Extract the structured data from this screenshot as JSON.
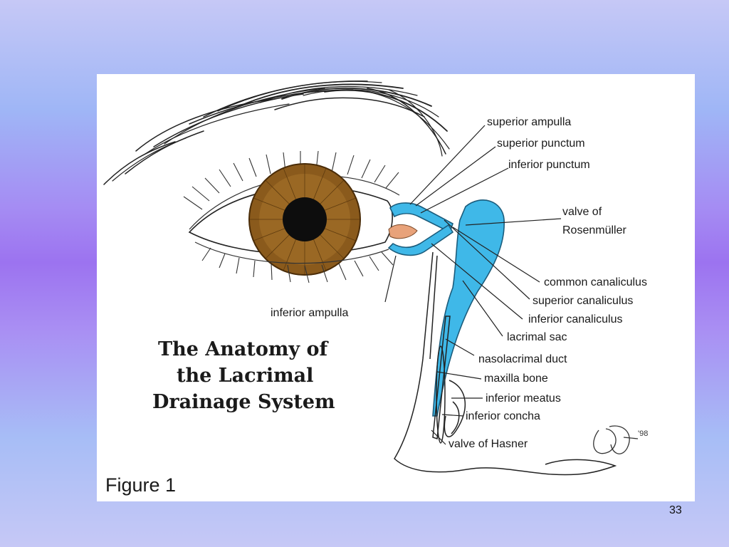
{
  "slide": {
    "number": "33"
  },
  "figure": {
    "title_lines": [
      "The Anatomy of",
      "the Lacrimal",
      "Drainage System"
    ],
    "caption": "Figure 1",
    "signature_text": "'98",
    "labels": {
      "superior_ampulla": "superior ampulla",
      "superior_punctum": "superior punctum",
      "inferior_punctum": "inferior punctum",
      "valve_of_rosenmuller_1": "valve of",
      "valve_of_rosenmuller_2": "Rosenmüller",
      "common_canaliculus": "common canaliculus",
      "superior_canaliculus": "superior canaliculus",
      "inferior_canaliculus": "inferior canaliculus",
      "lacrimal_sac": "lacrimal sac",
      "nasolacrimal_duct": "nasolacrimal duct",
      "maxilla_bone": "maxilla bone",
      "inferior_meatus": "inferior meatus",
      "inferior_concha": "inferior concha",
      "valve_of_hasner": "valve of Hasner",
      "inferior_ampulla": "inferior ampulla"
    },
    "colors": {
      "drainage_system": "#3fb8e8",
      "iris": "#8a5a1c",
      "pupil": "#0d0d0d",
      "caruncle": "#e8a27a"
    }
  }
}
